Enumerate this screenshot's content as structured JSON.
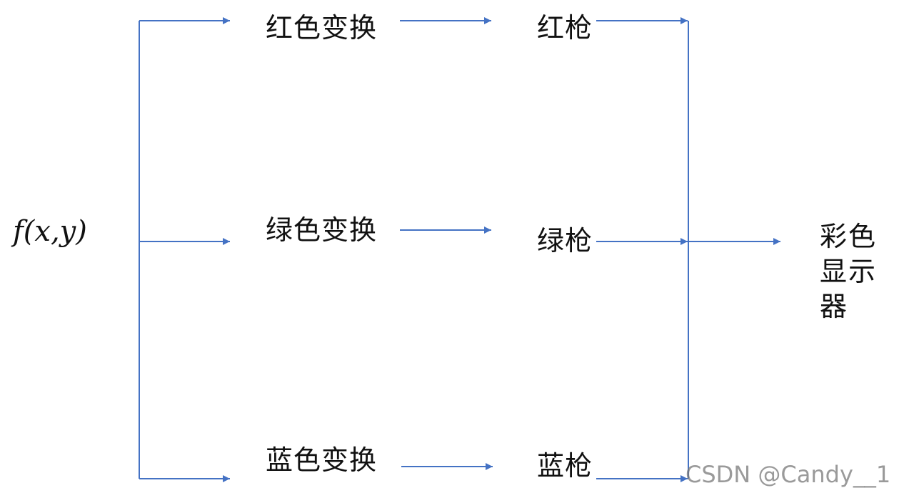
{
  "input": {
    "label": "f(x,y)"
  },
  "transforms": [
    {
      "label": "红色变换"
    },
    {
      "label": "绿色变换"
    },
    {
      "label": "蓝色变换"
    }
  ],
  "guns": [
    {
      "label": "红枪"
    },
    {
      "label": "绿枪"
    },
    {
      "label": "蓝枪"
    }
  ],
  "output": {
    "label": "彩色显示器"
  },
  "watermark": "CSDN @Candy__1",
  "colors": {
    "line": "#4472c4",
    "text": "#111111"
  }
}
